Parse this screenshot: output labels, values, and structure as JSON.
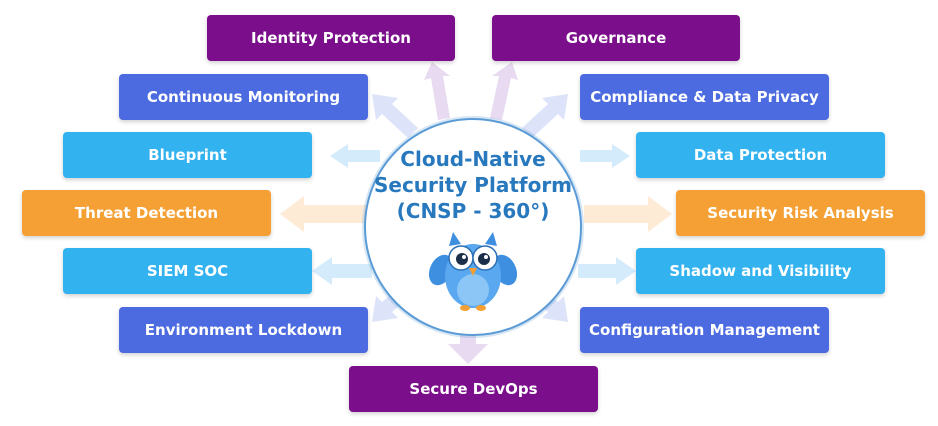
{
  "center": {
    "lines": [
      "Cloud-Native",
      "Security Platform",
      "(CNSP - 360°)"
    ],
    "mascot_icon": "owl-icon"
  },
  "nodes": [
    {
      "label": "Identity Protection",
      "color": "#7b0e8a"
    },
    {
      "label": "Governance",
      "color": "#7b0e8a"
    },
    {
      "label": "Continuous Monitoring",
      "color": "#4d6be0"
    },
    {
      "label": "Compliance & Data Privacy",
      "color": "#4d6be0"
    },
    {
      "label": "Blueprint",
      "color": "#33b2f0"
    },
    {
      "label": "Data Protection",
      "color": "#33b2f0"
    },
    {
      "label": "Threat Detection",
      "color": "#f5a035"
    },
    {
      "label": "Security Risk Analysis",
      "color": "#f5a035"
    },
    {
      "label": "SIEM SOC",
      "color": "#33b2f0"
    },
    {
      "label": "Shadow and Visibility",
      "color": "#33b2f0"
    },
    {
      "label": "Environment Lockdown",
      "color": "#4d6be0"
    },
    {
      "label": "Configuration Management",
      "color": "#4d6be0"
    },
    {
      "label": "Secure DevOps",
      "color": "#7b0e8a"
    }
  ]
}
